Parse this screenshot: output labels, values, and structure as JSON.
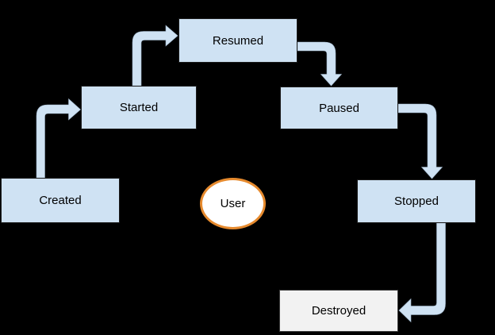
{
  "diagram": {
    "type": "state-lifecycle-flowchart",
    "background": "#000000",
    "nodes": {
      "created": {
        "label": "Created",
        "shape": "rect",
        "fill": "#cfe2f3",
        "border": "#1c1c1c"
      },
      "started": {
        "label": "Started",
        "shape": "rect",
        "fill": "#cfe2f3",
        "border": "#1c1c1c"
      },
      "resumed": {
        "label": "Resumed",
        "shape": "rect",
        "fill": "#cfe2f3",
        "border": "#1c1c1c"
      },
      "paused": {
        "label": "Paused",
        "shape": "rect",
        "fill": "#cfe2f3",
        "border": "#1c1c1c"
      },
      "stopped": {
        "label": "Stopped",
        "shape": "rect",
        "fill": "#cfe2f3",
        "border": "#1c1c1c"
      },
      "destroyed": {
        "label": "Destroyed",
        "shape": "rect",
        "fill": "#f2f2f2",
        "border": "#3c3c3c"
      },
      "user": {
        "label": "User",
        "shape": "ellipse",
        "fill": "#ffffff",
        "border": "#e68a2e"
      }
    },
    "arrows": [
      {
        "from": "created",
        "to": "started",
        "style": "bent-block-arrow",
        "fill": "#cfe2f3"
      },
      {
        "from": "started",
        "to": "resumed",
        "style": "bent-block-arrow",
        "fill": "#cfe2f3"
      },
      {
        "from": "resumed",
        "to": "paused",
        "style": "bent-block-arrow",
        "fill": "#cfe2f3"
      },
      {
        "from": "paused",
        "to": "stopped",
        "style": "bent-block-arrow",
        "fill": "#cfe2f3"
      },
      {
        "from": "stopped",
        "to": "destroyed",
        "style": "bent-block-arrow",
        "fill": "#cfe2f3"
      }
    ]
  }
}
